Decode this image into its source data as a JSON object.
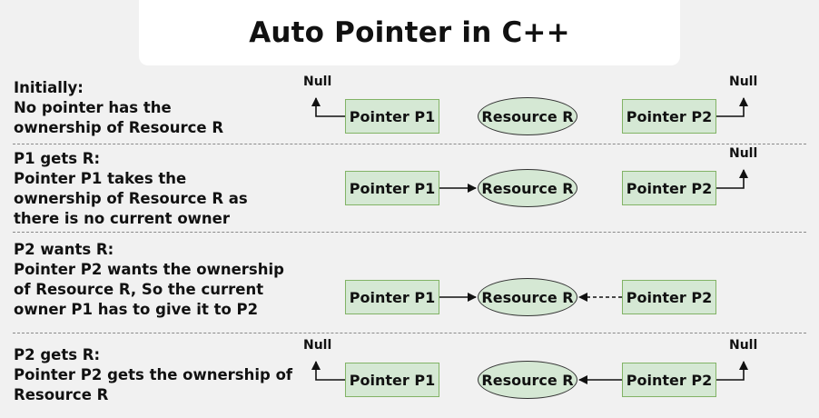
{
  "title": "Auto Pointer in C++",
  "labels": {
    "p1": "Pointer P1",
    "p2": "Pointer P2",
    "resource": "Resource R",
    "null": "Null"
  },
  "rows": [
    {
      "lines": [
        "Initially:",
        "No pointer has the",
        "ownership of Resource R"
      ]
    },
    {
      "lines": [
        "P1 gets R:",
        "Pointer P1 takes the",
        "ownership of Resource R as",
        "there is no current owner"
      ]
    },
    {
      "lines": [
        "P2 wants R:",
        "Pointer P2 wants the ownership",
        "of Resource R, So the current",
        "owner P1 has to give it to P2"
      ]
    },
    {
      "lines": [
        "P2 gets R:",
        "Pointer P2 gets the ownership of",
        "Resource R"
      ]
    }
  ]
}
